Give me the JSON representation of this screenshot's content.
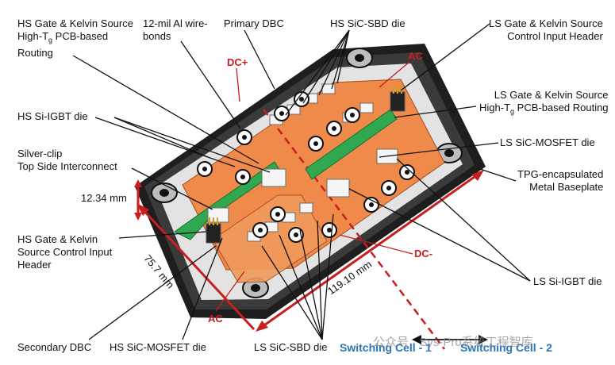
{
  "labels": {
    "hs_gate_pcb": [
      "HS Gate & Kelvin Source",
      "High-T",
      "g",
      " PCB-based",
      "Routing"
    ],
    "al_wirebonds": [
      "12-mil Al wire-",
      "bonds"
    ],
    "primary_dbc": "Primary DBC",
    "hs_sic_sbd": "HS SiC-SBD die",
    "ls_gate_header": [
      "LS Gate & Kelvin Source",
      "Control Input Header"
    ],
    "ls_gate_pcb": [
      "LS Gate & Kelvin Source",
      "High-T",
      "g",
      " PCB-based Routing"
    ],
    "hs_si_igbt": "HS Si-IGBT die",
    "silver_clip": [
      "Silver-clip",
      "Top Side Interconnect"
    ],
    "ls_sic_mosfet": "LS SiC-MOSFET die",
    "tpg_baseplate": [
      "TPG-encapsulated",
      "Metal Baseplate"
    ],
    "hs_gate_header": [
      "HS Gate & Kelvin",
      "Source Control Input",
      "Header"
    ],
    "ls_si_igbt": "LS Si-IGBT die",
    "secondary_dbc": "Secondary DBC",
    "hs_sic_mosfet": "HS SiC-MOSFET die",
    "ls_sic_sbd": "LS SiC-SBD die"
  },
  "terminals": {
    "dc_plus": "DC+",
    "ac_top": "AC",
    "dc_minus": "DC-",
    "ac_bottom": "AC"
  },
  "dimensions": {
    "height": "12.34 mm",
    "width": "75.7 mm",
    "length": "119.10 mm"
  },
  "switching_cells": [
    "Switching Cell - 1",
    "Switching Cell - 2"
  ],
  "watermark": "公众号 · Sys-Pro系统工程智库",
  "colors": {
    "frame": "#1f1f1f",
    "copper": "#ef8a4a",
    "ceramic": "#d8d8d8",
    "pcb_green": "#2fa84f",
    "annotation_red": "#c81e1e",
    "cell_blue": "#2a74b8"
  }
}
